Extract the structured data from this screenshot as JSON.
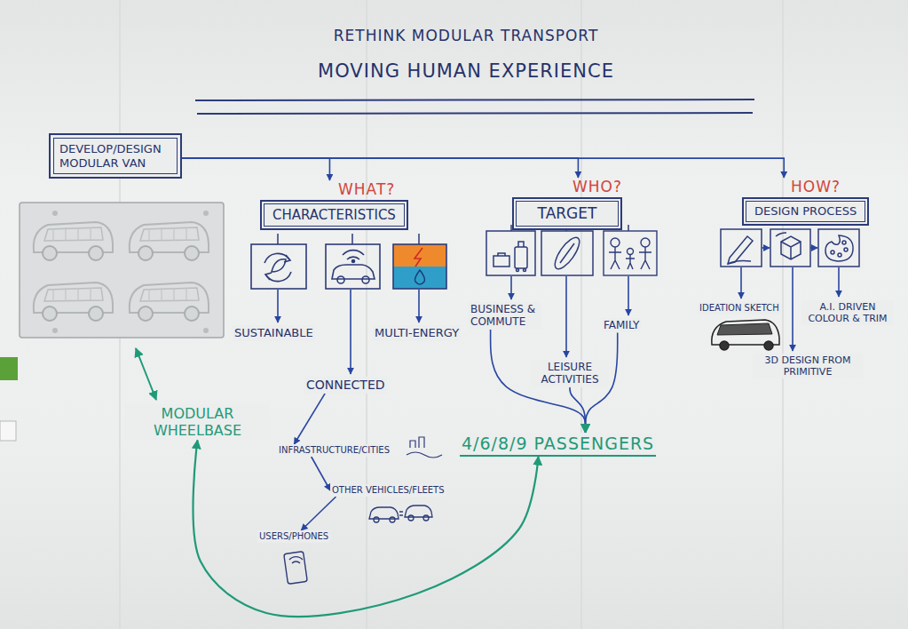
{
  "diagram": {
    "title": "RETHINK MODULAR TRANSPORT",
    "nodes": [
      {
        "text": [
          "DEVELOP/DESIGN MODULAR VAN"
        ]
      },
      {
        "text": [
          "WHAT?",
          "CHARACTERISTICS"
        ]
      },
      {
        "text": [
          "WHO?",
          "TARGET"
        ]
      },
      {
        "text": [
          "HOW?",
          "DESIGN PROCESS"
        ]
      },
      {
        "text": [
          "SUSTAINABLE"
        ]
      },
      {
        "text": [
          "MULTI-ENERGY"
        ]
      },
      {
        "text": [
          "CONNECTED"
        ]
      },
      {
        "text": [
          "INFRASTRUCTURE/CITIES"
        ]
      },
      {
        "text": [
          "OTHER VEHICLES/FLEETS"
        ]
      },
      {
        "text": [
          "USERS/PHONES"
        ]
      },
      {
        "text": [
          "BUSINESS & COMMUTE"
        ]
      },
      {
        "text": [
          "FAMILY"
        ]
      },
      {
        "text": [
          "LEISURE ACTIVITIES"
        ]
      },
      {
        "text": [
          "4/6/8/9 PASSENGERS"
        ]
      },
      {
        "text": [
          "MODULAR WHEELBASE"
        ]
      },
      {
        "text": [
          "IDEATION SKETCH"
        ]
      },
      {
        "text": [
          "A.I. DRIVEN COLOUR & TRIM"
        ]
      },
      {
        "text": [
          "3D DESIGN FROM PRIMITIVE"
        ]
      }
    ],
    "edges": [
      {
        "from": 0,
        "to": 1,
        "arrow": "to"
      },
      {
        "from": 0,
        "to": 2,
        "arrow": "to"
      },
      {
        "from": 0,
        "to": 3,
        "arrow": "to"
      },
      {
        "from": 6,
        "to": 7,
        "arrow": "to"
      },
      {
        "from": 7,
        "to": 8,
        "arrow": "to"
      },
      {
        "from": 8,
        "to": 9,
        "arrow": "to"
      },
      {
        "from": 10,
        "to": 13,
        "arrow": "to"
      },
      {
        "from": 12,
        "to": 13,
        "arrow": "to"
      },
      {
        "from": 11,
        "to": 13,
        "arrow": "to"
      },
      {
        "from": 13,
        "to": 14,
        "arrow": "both"
      }
    ],
    "labels": [
      "MOVING HUMAN EXPERIENCE"
    ]
  }
}
